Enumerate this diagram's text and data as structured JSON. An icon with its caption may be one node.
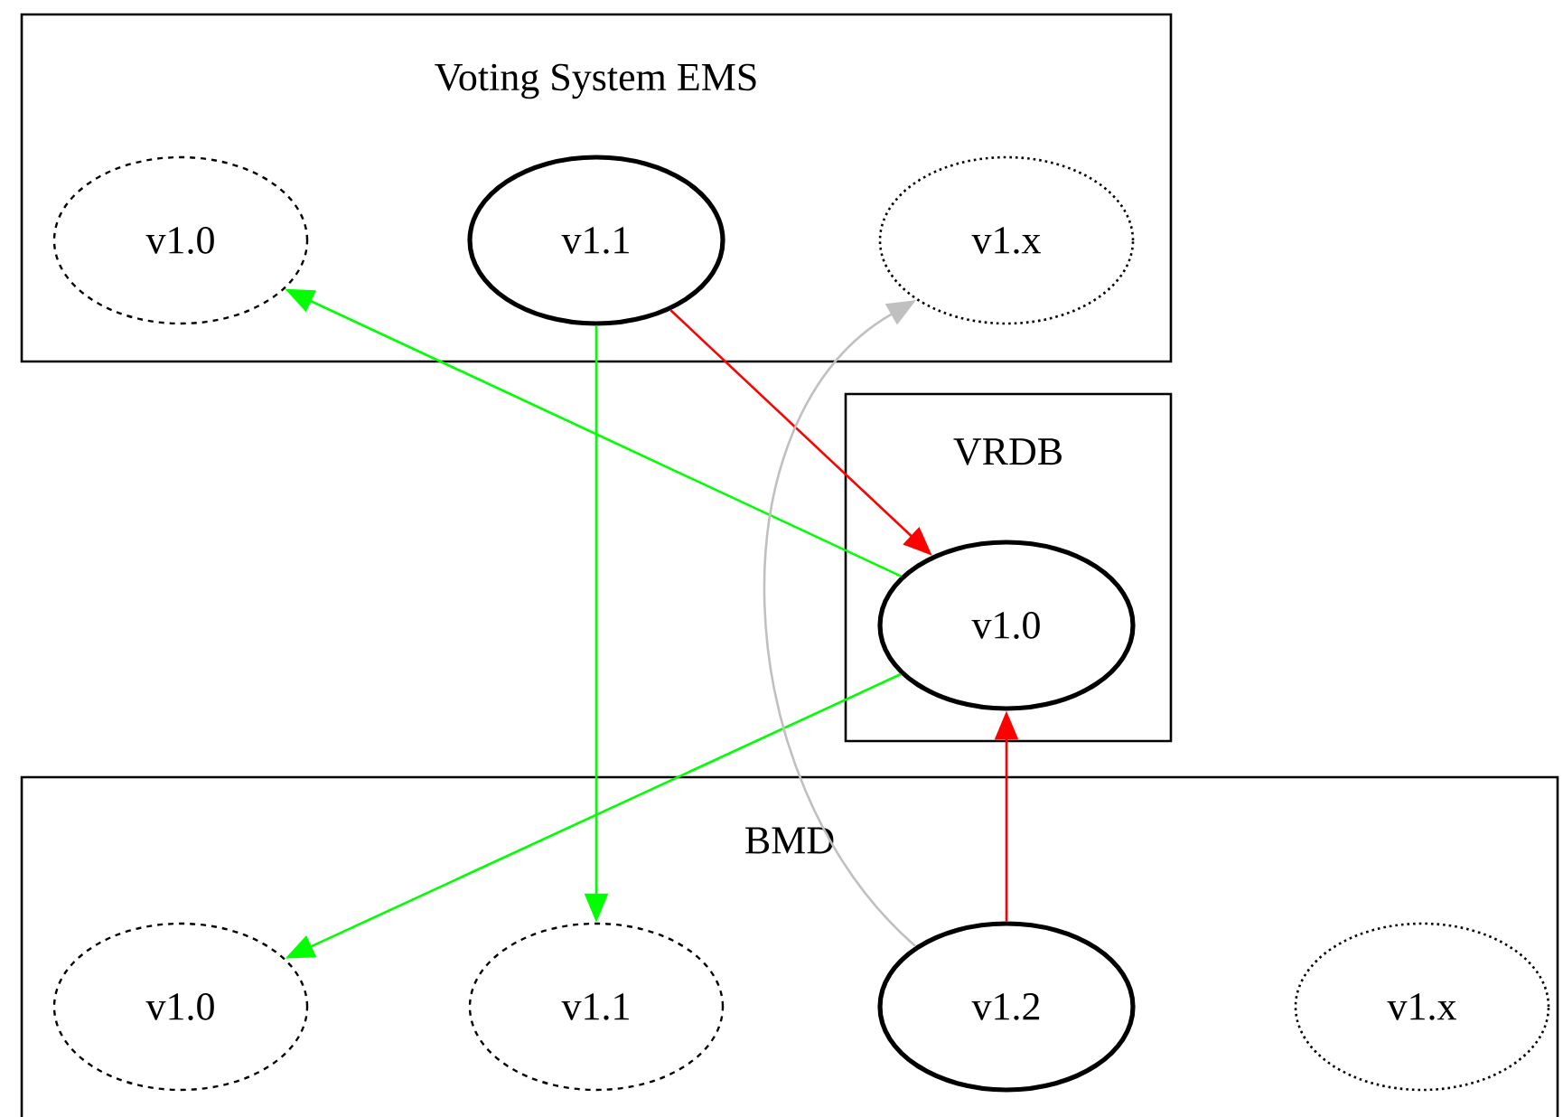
{
  "diagram": {
    "nodes": [
      {
        "text": [
          "Voting System EMS"
        ]
      },
      {
        "text": [
          "v1.0"
        ],
        "in": 0
      },
      {
        "text": [
          "v1.1"
        ],
        "in": 0
      },
      {
        "text": [
          "v1.x"
        ],
        "in": 0
      },
      {
        "text": [
          "VRDB"
        ]
      },
      {
        "text": [
          "v1.0"
        ],
        "in": 4
      },
      {
        "text": [
          "BMD"
        ]
      },
      {
        "text": [
          "v1.0"
        ],
        "in": 6
      },
      {
        "text": [
          "v1.1"
        ],
        "in": 6
      },
      {
        "text": [
          "v1.2"
        ],
        "in": 6
      },
      {
        "text": [
          "v1.x"
        ],
        "in": 6
      }
    ],
    "edges": [
      {
        "from": 5,
        "to": 1,
        "arrow": "to",
        "color": "#00ff00"
      },
      {
        "from": 2,
        "to": 8,
        "arrow": "to",
        "color": "#00ff00"
      },
      {
        "from": 2,
        "to": 5,
        "arrow": "to",
        "color": "#ff0000"
      },
      {
        "from": 5,
        "to": 7,
        "arrow": "to",
        "color": "#00ff00"
      },
      {
        "from": 9,
        "to": 5,
        "arrow": "to",
        "color": "#ff0000"
      },
      {
        "from": 9,
        "to": 3,
        "arrow": "to",
        "color": "#c0c0c0"
      }
    ]
  }
}
